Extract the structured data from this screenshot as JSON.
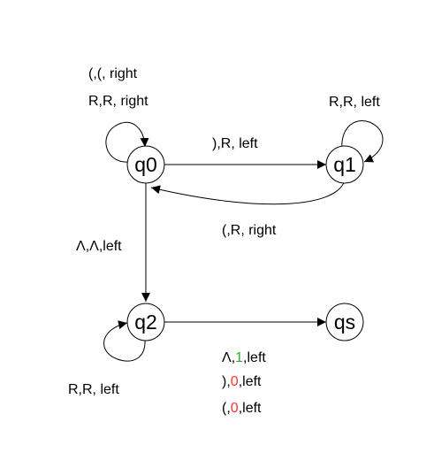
{
  "colors": {
    "accent_green": "#33aa33",
    "accent_red": "#ff3333",
    "line": "#000000",
    "background": "#ffffff"
  },
  "states": {
    "q0": "q0",
    "q1": "q1",
    "q2": "q2",
    "qs": "qs"
  },
  "transitions": {
    "q0_self": [
      "(,(, right",
      "R,R, right"
    ],
    "q1_self": "R,R, left",
    "q0_to_q1": "),R, left",
    "q1_to_q0": "(,R, right",
    "q0_to_q2": "Λ,Λ,left",
    "q2_self": "R,R, left",
    "q2_to_qs": [
      {
        "pre": "Λ,",
        "mark": "1",
        "mark_color": "green",
        "post": ",left"
      },
      {
        "pre": "),",
        "mark": "0",
        "mark_color": "red",
        "post": ",left"
      },
      {
        "pre": "(,",
        "mark": "0",
        "mark_color": "red",
        "post": ",left"
      }
    ]
  }
}
